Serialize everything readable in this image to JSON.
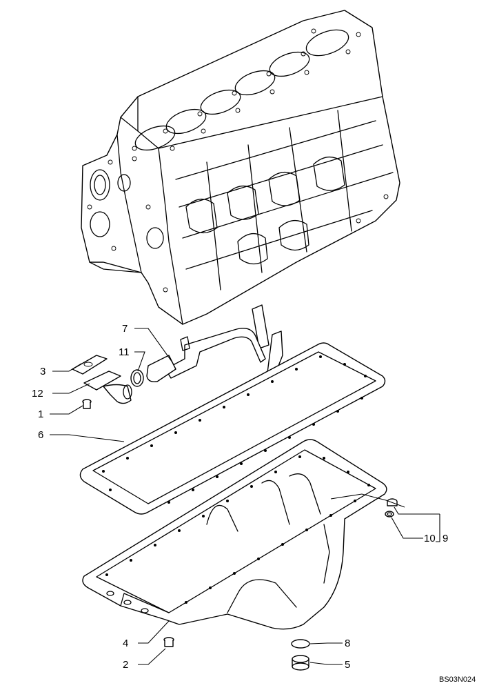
{
  "diagram": {
    "callouts": [
      {
        "id": "c1",
        "label": "1"
      },
      {
        "id": "c2",
        "label": "2"
      },
      {
        "id": "c3",
        "label": "3"
      },
      {
        "id": "c4",
        "label": "4"
      },
      {
        "id": "c5",
        "label": "5"
      },
      {
        "id": "c6",
        "label": "6"
      },
      {
        "id": "c7",
        "label": "7"
      },
      {
        "id": "c8",
        "label": "8"
      },
      {
        "id": "c9",
        "label": "9"
      },
      {
        "id": "c10",
        "label": "10"
      },
      {
        "id": "c11",
        "label": "11"
      },
      {
        "id": "c12",
        "label": "12"
      }
    ],
    "drawing_code": "BS03N024"
  }
}
